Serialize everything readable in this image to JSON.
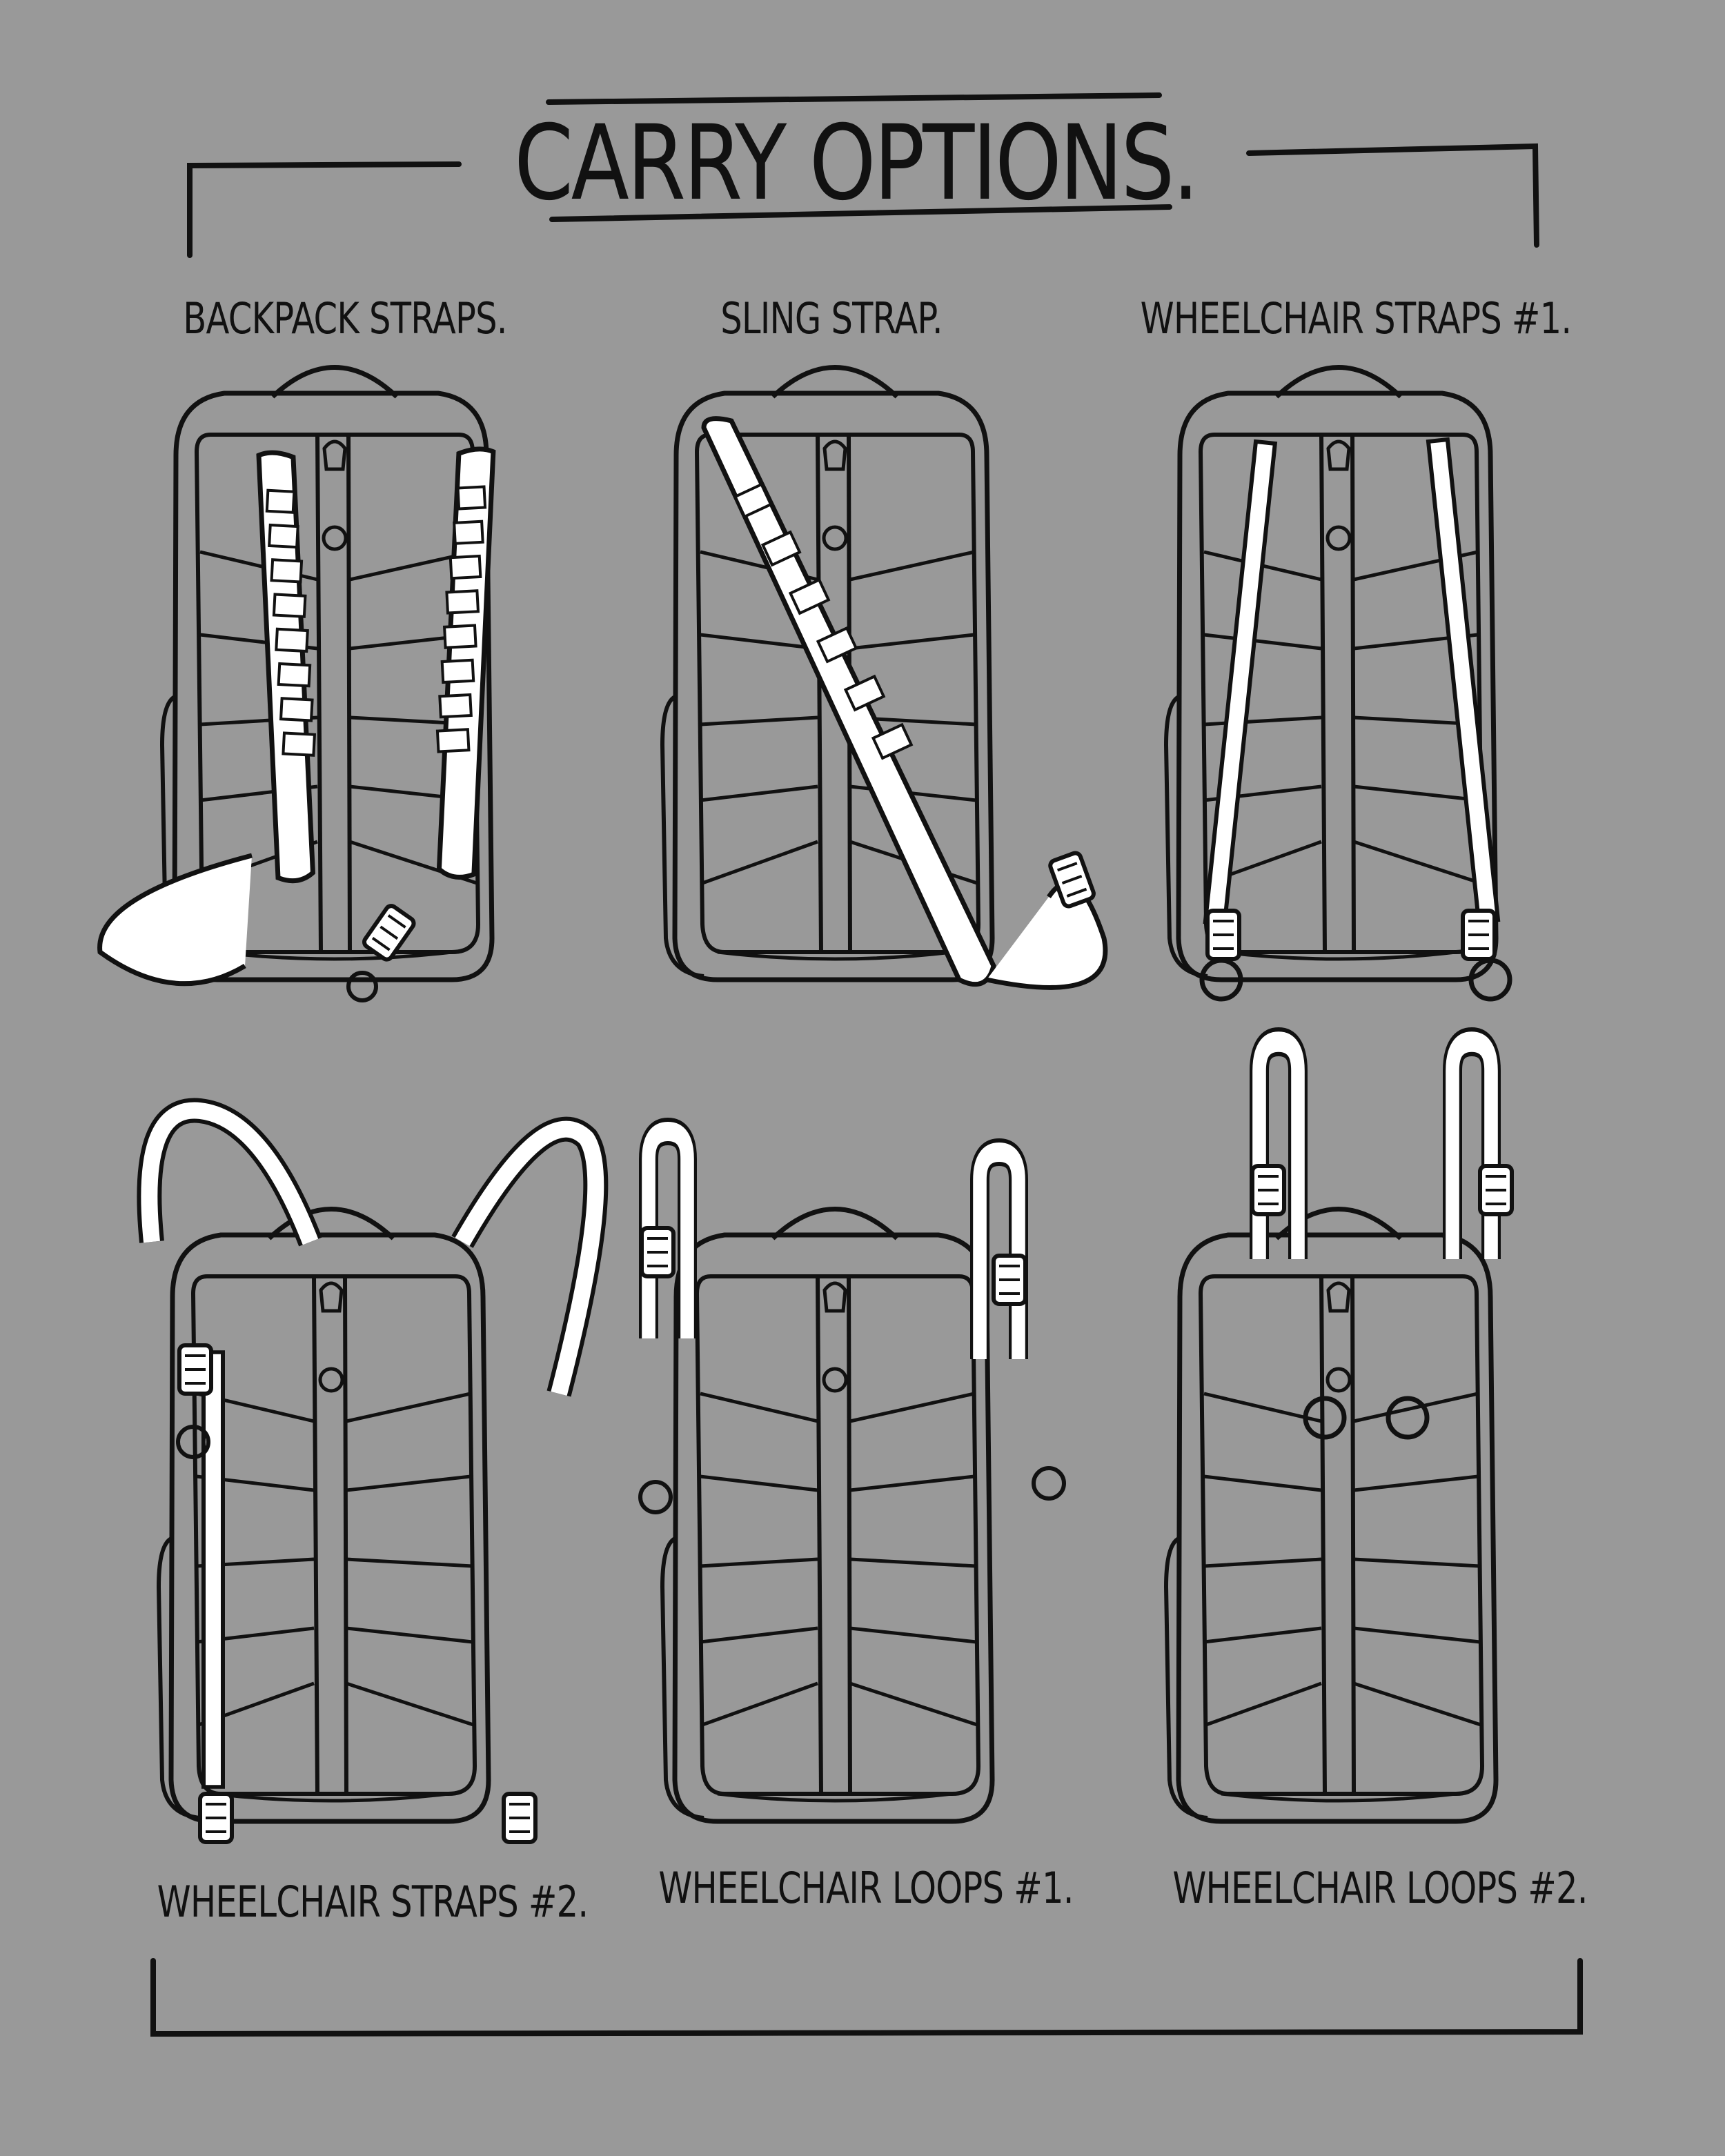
{
  "title": "CARRY OPTIONS.",
  "panels": [
    {
      "label": "BACKPACK STRAPS."
    },
    {
      "label": "SLING STRAP."
    },
    {
      "label": "WHEELCHAIR STRAPS #1."
    },
    {
      "label": "WHEELCHAIR STRAPS #2."
    },
    {
      "label": "WHEELCHAIR LOOPS #1."
    },
    {
      "label": "WHEELCHAIR LOOPS #2."
    }
  ],
  "colors": {
    "background": "#999999",
    "line": "#111111",
    "strap": "#ffffff"
  }
}
